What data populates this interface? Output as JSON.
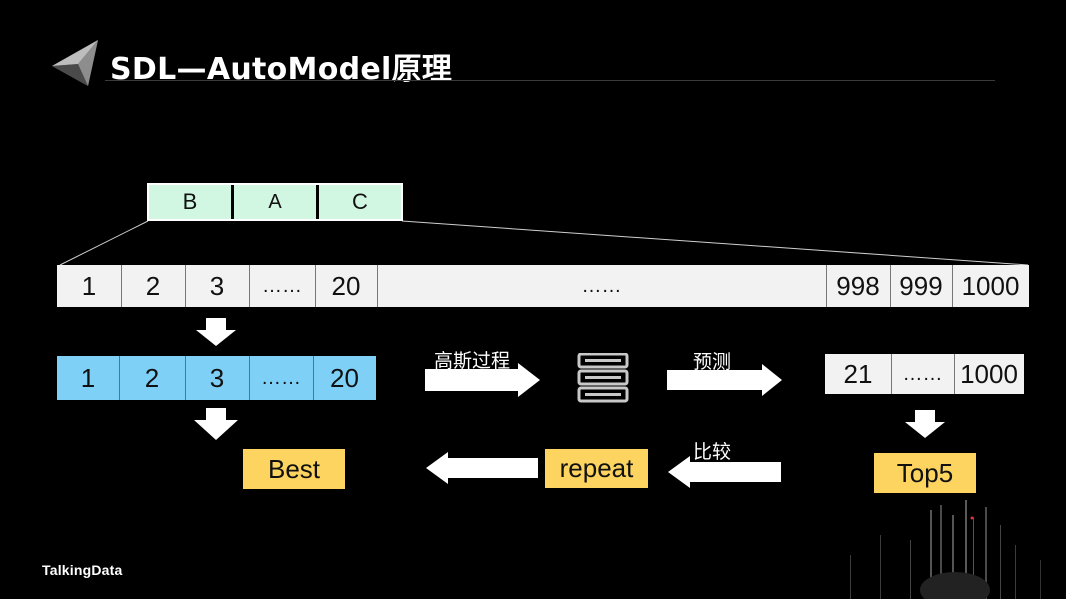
{
  "title": "SDL—AutoModel原理",
  "segments": [
    "B",
    "A",
    "C"
  ],
  "full_row": [
    "1",
    "2",
    "3",
    "……",
    "20",
    "……",
    "998",
    "999",
    "1000"
  ],
  "sample_row": [
    "1",
    "2",
    "3",
    "……",
    "20"
  ],
  "predict_row": [
    "21",
    "……",
    "1000"
  ],
  "labels": {
    "gaussian": "高斯过程",
    "predict": "预测",
    "compare": "比较",
    "best": "Best",
    "repeat": "repeat",
    "top5": "Top5"
  },
  "footer": "TalkingData",
  "colors": {
    "segment_bg": "#d1f7e3",
    "sample_bg": "#7fd0f7",
    "highlight_bg": "#fcd45f",
    "row_bg": "#f2f2f2"
  },
  "icons": [
    "server-icon"
  ]
}
